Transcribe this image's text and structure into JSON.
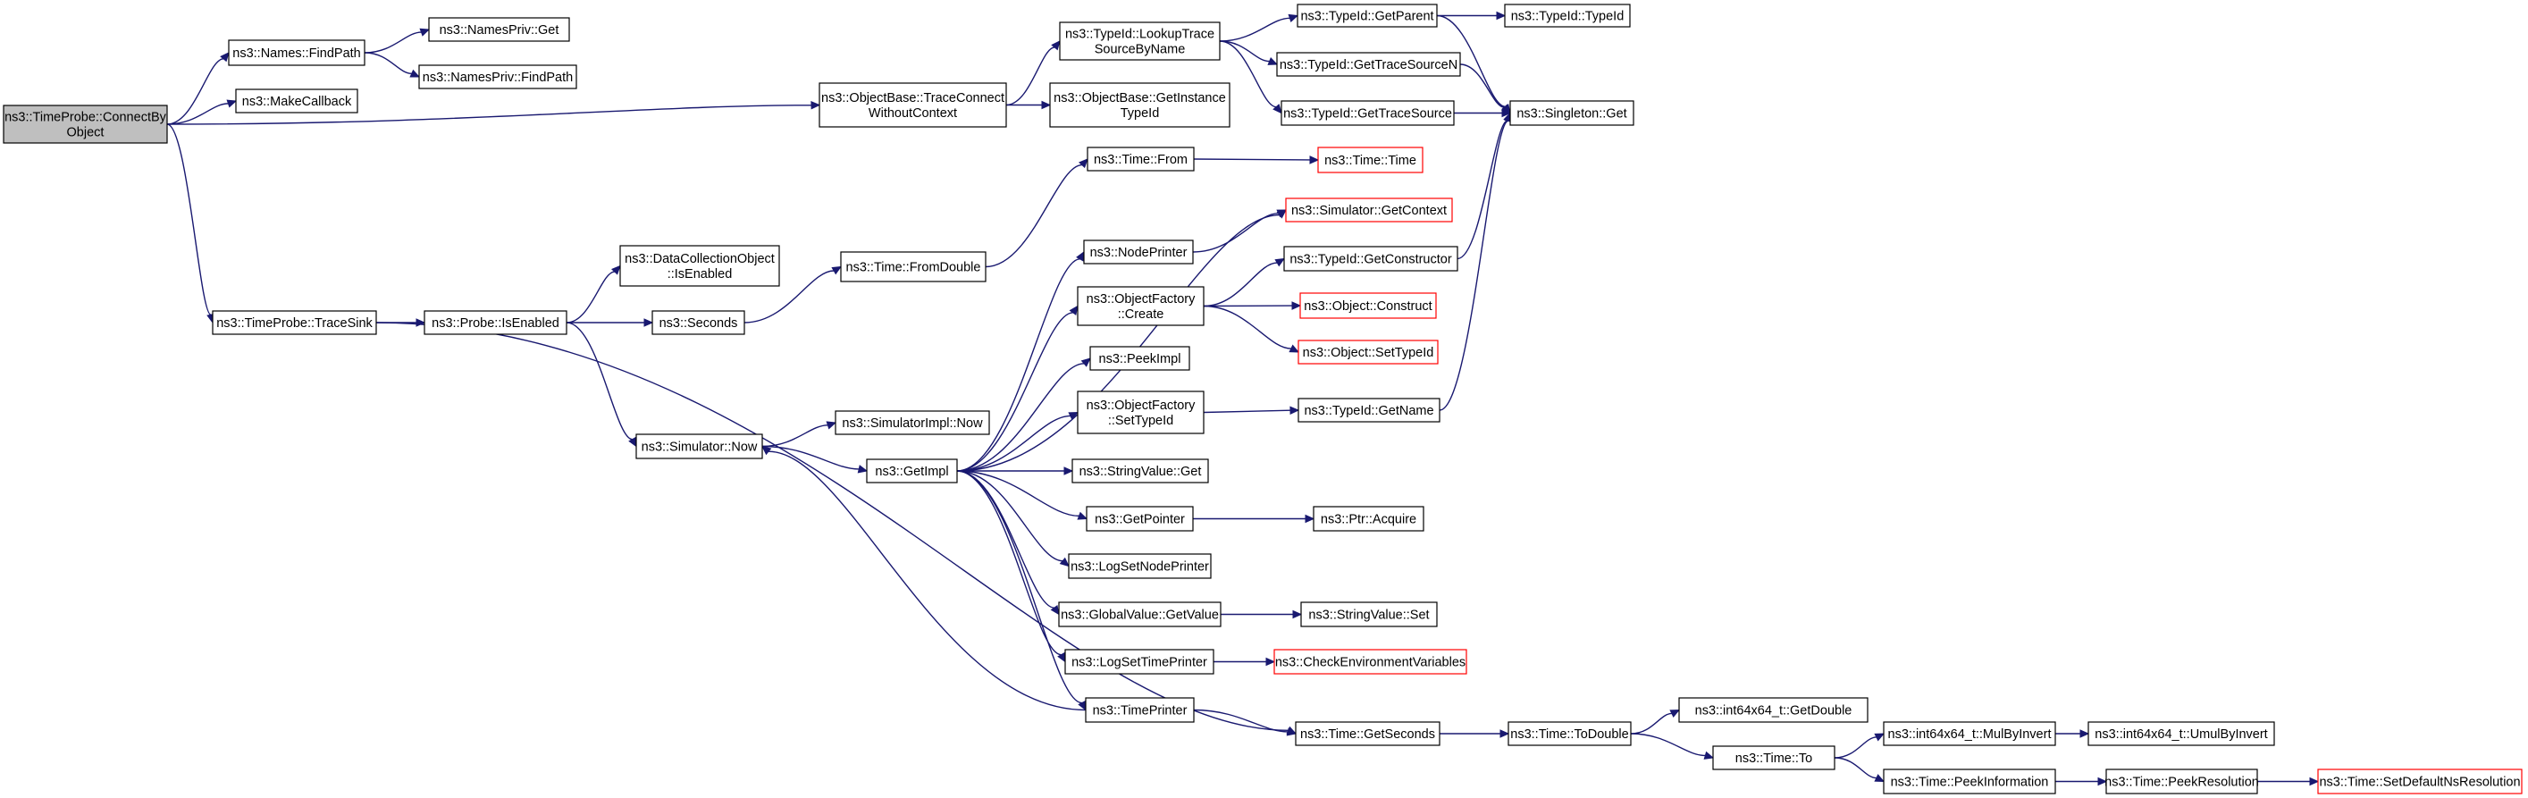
{
  "colors": {
    "edge": "#191970",
    "node_border": "#000000",
    "root_fill": "#bfbfbf",
    "truncated_border": "#ff0000",
    "background": "#ffffff"
  },
  "nodes": [
    {
      "id": "root",
      "lines": [
        "ns3::TimeProbe::ConnectBy",
        "Object"
      ],
      "root": true
    },
    {
      "id": "names_findpath",
      "lines": [
        "ns3::Names::FindPath"
      ]
    },
    {
      "id": "namespriv_get",
      "lines": [
        "ns3::NamesPriv::Get"
      ]
    },
    {
      "id": "namespriv_findpath",
      "lines": [
        "ns3::NamesPriv::FindPath"
      ]
    },
    {
      "id": "makecallback",
      "lines": [
        "ns3::MakeCallback"
      ]
    },
    {
      "id": "tracesink",
      "lines": [
        "ns3::TimeProbe::TraceSink"
      ]
    },
    {
      "id": "probe_isenabled",
      "lines": [
        "ns3::Probe::IsEnabled"
      ]
    },
    {
      "id": "dco_isenabled",
      "lines": [
        "ns3::DataCollectionObject",
        "::IsEnabled"
      ]
    },
    {
      "id": "seconds",
      "lines": [
        "ns3::Seconds"
      ]
    },
    {
      "id": "time_fromdouble",
      "lines": [
        "ns3::Time::FromDouble"
      ]
    },
    {
      "id": "sim_now",
      "lines": [
        "ns3::Simulator::Now"
      ]
    },
    {
      "id": "simimpl_now",
      "lines": [
        "ns3::SimulatorImpl::Now"
      ]
    },
    {
      "id": "getimpl",
      "lines": [
        "ns3::GetImpl"
      ]
    },
    {
      "id": "ob_traceconnect",
      "lines": [
        "ns3::ObjectBase::TraceConnect",
        "WithoutContext"
      ]
    },
    {
      "id": "typeid_lookup",
      "lines": [
        "ns3::TypeId::LookupTrace",
        "SourceByName"
      ]
    },
    {
      "id": "ob_getinstance",
      "lines": [
        "ns3::ObjectBase::GetInstance",
        "TypeId"
      ]
    },
    {
      "id": "typeid_getparent",
      "lines": [
        "ns3::TypeId::GetParent"
      ]
    },
    {
      "id": "typeid_typeid",
      "lines": [
        "ns3::TypeId::TypeId"
      ]
    },
    {
      "id": "typeid_gettsn",
      "lines": [
        "ns3::TypeId::GetTraceSourceN"
      ]
    },
    {
      "id": "typeid_getts",
      "lines": [
        "ns3::TypeId::GetTraceSource"
      ]
    },
    {
      "id": "singleton_get",
      "lines": [
        "ns3::Singleton::Get"
      ]
    },
    {
      "id": "time_from",
      "lines": [
        "ns3::Time::From"
      ]
    },
    {
      "id": "time_time",
      "lines": [
        "ns3::Time::Time"
      ],
      "truncated": true
    },
    {
      "id": "sim_getcontext",
      "lines": [
        "ns3::Simulator::GetContext"
      ],
      "truncated": true
    },
    {
      "id": "nodeprinter",
      "lines": [
        "ns3::NodePrinter"
      ]
    },
    {
      "id": "typeid_getctor",
      "lines": [
        "ns3::TypeId::GetConstructor"
      ]
    },
    {
      "id": "of_create",
      "lines": [
        "ns3::ObjectFactory",
        "::Create"
      ]
    },
    {
      "id": "object_construct",
      "lines": [
        "ns3::Object::Construct"
      ],
      "truncated": true
    },
    {
      "id": "object_settypeid",
      "lines": [
        "ns3::Object::SetTypeId"
      ],
      "truncated": true
    },
    {
      "id": "peekimpl",
      "lines": [
        "ns3::PeekImpl"
      ]
    },
    {
      "id": "of_settypeid",
      "lines": [
        "ns3::ObjectFactory",
        "::SetTypeId"
      ]
    },
    {
      "id": "typeid_getname",
      "lines": [
        "ns3::TypeId::GetName"
      ]
    },
    {
      "id": "stringvalue_get",
      "lines": [
        "ns3::StringValue::Get"
      ]
    },
    {
      "id": "getpointer",
      "lines": [
        "ns3::GetPointer"
      ]
    },
    {
      "id": "ptr_acquire",
      "lines": [
        "ns3::Ptr::Acquire"
      ]
    },
    {
      "id": "logsetnodeprinter",
      "lines": [
        "ns3::LogSetNodePrinter"
      ]
    },
    {
      "id": "gv_getvalue",
      "lines": [
        "ns3::GlobalValue::GetValue"
      ]
    },
    {
      "id": "stringvalue_set",
      "lines": [
        "ns3::StringValue::Set"
      ]
    },
    {
      "id": "logsettimeprinter",
      "lines": [
        "ns3::LogSetTimePrinter"
      ]
    },
    {
      "id": "checkenv",
      "lines": [
        "ns3::CheckEnvironmentVariables"
      ],
      "truncated": true
    },
    {
      "id": "timeprinter",
      "lines": [
        "ns3::TimePrinter"
      ]
    },
    {
      "id": "time_getseconds",
      "lines": [
        "ns3::Time::GetSeconds"
      ]
    },
    {
      "id": "time_todouble",
      "lines": [
        "ns3::Time::ToDouble"
      ]
    },
    {
      "id": "int64_getdouble",
      "lines": [
        "ns3::int64x64_t::GetDouble"
      ]
    },
    {
      "id": "time_to",
      "lines": [
        "ns3::Time::To"
      ]
    },
    {
      "id": "int64_mulbyinvert",
      "lines": [
        "ns3::int64x64_t::MulByInvert"
      ]
    },
    {
      "id": "int64_umulbyinvert",
      "lines": [
        "ns3::int64x64_t::UmulByInvert"
      ]
    },
    {
      "id": "time_peekinfo",
      "lines": [
        "ns3::Time::PeekInformation"
      ]
    },
    {
      "id": "time_peekres",
      "lines": [
        "ns3::Time::PeekResolution"
      ]
    },
    {
      "id": "time_setdefault",
      "lines": [
        "ns3::Time::SetDefaultNsResolution"
      ],
      "truncated": true
    }
  ],
  "edges": [
    [
      "root",
      "names_findpath"
    ],
    [
      "root",
      "makecallback"
    ],
    [
      "root",
      "ob_traceconnect"
    ],
    [
      "root",
      "tracesink"
    ],
    [
      "names_findpath",
      "namespriv_get"
    ],
    [
      "names_findpath",
      "namespriv_findpath"
    ],
    [
      "ob_traceconnect",
      "typeid_lookup"
    ],
    [
      "ob_traceconnect",
      "ob_getinstance"
    ],
    [
      "typeid_lookup",
      "typeid_getparent"
    ],
    [
      "typeid_lookup",
      "typeid_gettsn"
    ],
    [
      "typeid_lookup",
      "typeid_getts"
    ],
    [
      "typeid_getparent",
      "typeid_typeid"
    ],
    [
      "typeid_getparent",
      "singleton_get"
    ],
    [
      "typeid_gettsn",
      "singleton_get"
    ],
    [
      "typeid_getts",
      "singleton_get"
    ],
    [
      "tracesink",
      "probe_isenabled"
    ],
    [
      "tracesink",
      "time_getseconds"
    ],
    [
      "probe_isenabled",
      "dco_isenabled"
    ],
    [
      "probe_isenabled",
      "seconds"
    ],
    [
      "probe_isenabled",
      "sim_now"
    ],
    [
      "seconds",
      "time_fromdouble"
    ],
    [
      "time_fromdouble",
      "time_from"
    ],
    [
      "time_from",
      "time_time"
    ],
    [
      "sim_now",
      "simimpl_now"
    ],
    [
      "sim_now",
      "getimpl"
    ],
    [
      "getimpl",
      "sim_getcontext"
    ],
    [
      "getimpl",
      "nodeprinter"
    ],
    [
      "getimpl",
      "of_create"
    ],
    [
      "getimpl",
      "peekimpl"
    ],
    [
      "getimpl",
      "of_settypeid"
    ],
    [
      "getimpl",
      "stringvalue_get"
    ],
    [
      "getimpl",
      "getpointer"
    ],
    [
      "getimpl",
      "logsetnodeprinter"
    ],
    [
      "getimpl",
      "gv_getvalue"
    ],
    [
      "getimpl",
      "logsettimeprinter"
    ],
    [
      "getimpl",
      "timeprinter"
    ],
    [
      "nodeprinter",
      "sim_getcontext"
    ],
    [
      "of_create",
      "typeid_getctor"
    ],
    [
      "of_create",
      "object_construct"
    ],
    [
      "of_create",
      "object_settypeid"
    ],
    [
      "typeid_getctor",
      "singleton_get"
    ],
    [
      "of_settypeid",
      "typeid_getname"
    ],
    [
      "typeid_getname",
      "singleton_get"
    ],
    [
      "getpointer",
      "ptr_acquire"
    ],
    [
      "gv_getvalue",
      "stringvalue_set"
    ],
    [
      "logsettimeprinter",
      "checkenv"
    ],
    [
      "timeprinter",
      "sim_now"
    ],
    [
      "timeprinter",
      "time_getseconds"
    ],
    [
      "time_getseconds",
      "time_todouble"
    ],
    [
      "time_todouble",
      "int64_getdouble"
    ],
    [
      "time_todouble",
      "time_to"
    ],
    [
      "time_to",
      "int64_mulbyinvert"
    ],
    [
      "time_to",
      "time_peekinfo"
    ],
    [
      "int64_mulbyinvert",
      "int64_umulbyinvert"
    ],
    [
      "time_peekinfo",
      "time_peekres"
    ],
    [
      "time_peekres",
      "time_setdefault"
    ]
  ]
}
